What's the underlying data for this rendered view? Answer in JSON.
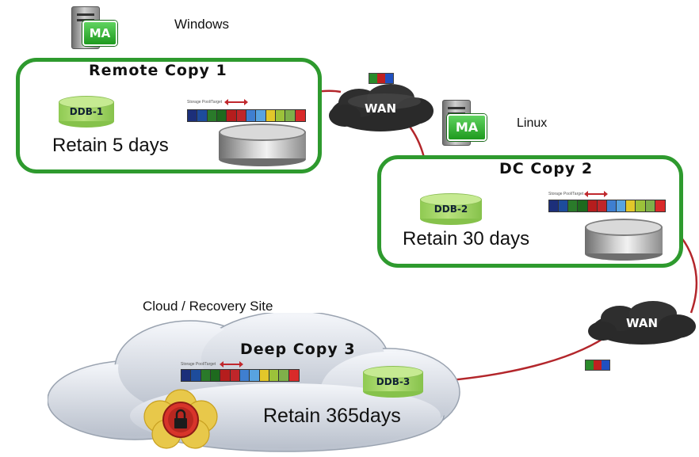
{
  "nodes": {
    "windows": {
      "ma_label": "MA",
      "os_label": "Windows"
    },
    "linux": {
      "ma_label": "MA",
      "os_label": "Linux"
    }
  },
  "copies": [
    {
      "title": "Remote Copy 1",
      "ddb": "DDB-1",
      "retain": "Retain 5 days",
      "strip_caption": "Storage Pool/Target"
    },
    {
      "title": "DC Copy 2",
      "ddb": "DDB-2",
      "retain": "Retain 30 days",
      "strip_caption": "Storage Pool/Target"
    },
    {
      "title": "Deep Copy 3",
      "ddb": "DDB-3",
      "retain": "Retain 365days",
      "strip_caption": "Storage Pool/Target"
    }
  ],
  "cloud": {
    "label": "Cloud / Recovery Site"
  },
  "wan": {
    "label_1": "WAN",
    "label_2": "WAN"
  },
  "colors": {
    "box_border": "#2e9a2e",
    "arrow": "#b3262b",
    "strip_blocks": [
      "#1c2f7a",
      "#1d4c9c",
      "#2a7a2a",
      "#1e6a1e",
      "#b51d1d",
      "#c0262a",
      "#3f7fd0",
      "#58a3e0",
      "#e2c72a",
      "#9cc23a",
      "#7fb04a",
      "#d92a2a"
    ],
    "packet": [
      "#2a8a2a",
      "#c02020",
      "#2050c0"
    ]
  }
}
